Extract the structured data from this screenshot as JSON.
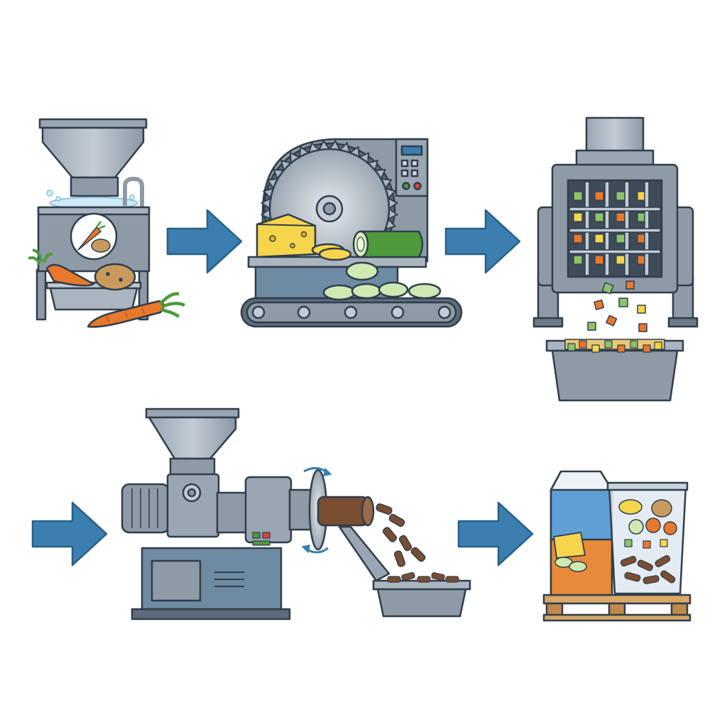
{
  "diagram": {
    "type": "process-flow",
    "stages": [
      {
        "name": "washing-machine",
        "icon": "washer-hopper-icon",
        "items": [
          "carrot",
          "potato"
        ]
      },
      {
        "name": "slicing-machine",
        "icon": "circular-saw-slicer-icon",
        "items": [
          "cheese",
          "cucumber"
        ]
      },
      {
        "name": "dicing-machine",
        "icon": "grid-dicer-icon",
        "items": [
          "diced-vegetables"
        ]
      },
      {
        "name": "extruder-machine",
        "icon": "extruder-cutter-icon",
        "items": [
          "pellets"
        ]
      },
      {
        "name": "packaging",
        "icon": "package-pallet-icon",
        "items": [
          "carton",
          "snack-bag",
          "pallet"
        ]
      }
    ],
    "arrow_count": 4,
    "colors": {
      "arrow": "#3a7fb0",
      "arrow_edge": "#2a5f85",
      "machine": "#8e9aa6",
      "machine_dark": "#5d6c7a",
      "machine_blue": "#6f8aa3",
      "outline": "#2f3e4c",
      "carrot": "#e8782c",
      "potato": "#c99a5c",
      "cheese": "#f6d44c",
      "cucumber": "#4f9a3c",
      "pellet": "#7a4e33",
      "carton_blue": "#5f9fd4",
      "carton_orange": "#e88a3a",
      "pallet": "#d9a766"
    }
  }
}
